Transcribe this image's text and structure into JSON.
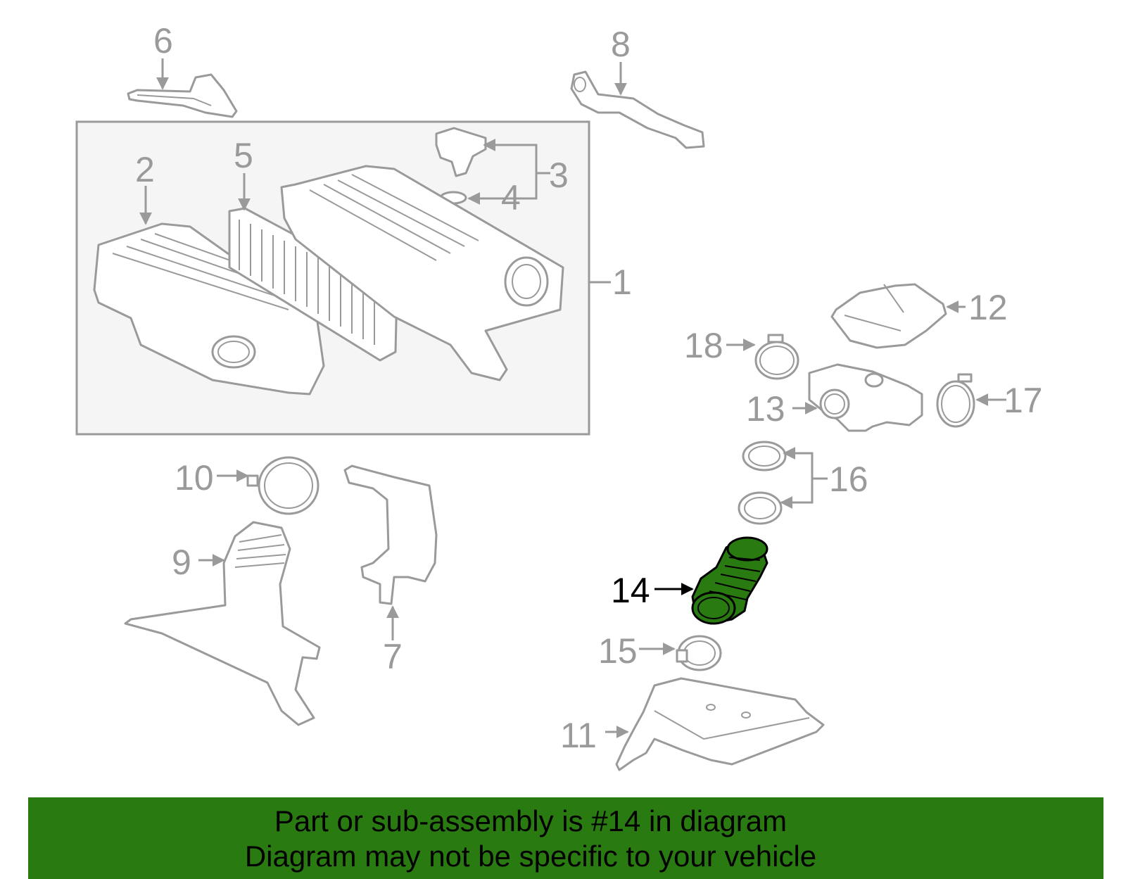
{
  "callouts": {
    "c1": "1",
    "c2": "2",
    "c3": "3",
    "c4": "4",
    "c5": "5",
    "c6": "6",
    "c7": "7",
    "c8": "8",
    "c9": "9",
    "c10": "10",
    "c11": "11",
    "c12": "12",
    "c13": "13",
    "c14": "14",
    "c15": "15",
    "c16": "16",
    "c17": "17",
    "c18": "18"
  },
  "highlighted_part": "14",
  "colors": {
    "line_art": "#9a9a9a",
    "highlight_part": "#2a7a12",
    "assembly_box_fill": "#f5f5f5",
    "banner": "#2a7a12"
  },
  "banner": {
    "line1": "Part or sub-assembly is #14 in diagram",
    "line2": "Diagram may not be specific to your vehicle"
  }
}
